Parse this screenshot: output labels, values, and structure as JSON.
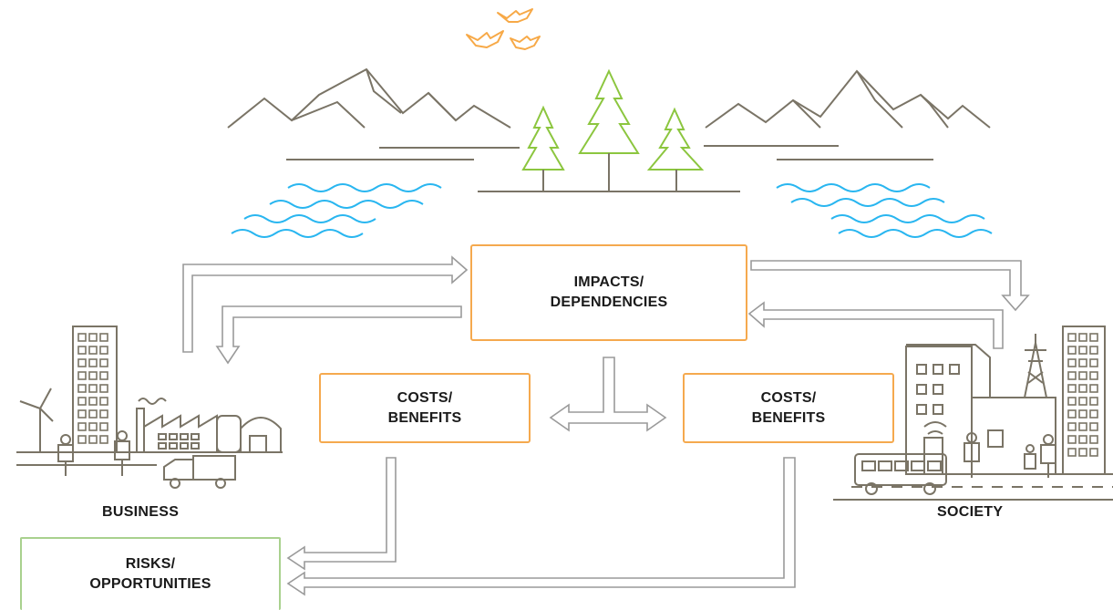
{
  "boxes": {
    "impacts": {
      "line1": "IMPACTS/",
      "line2": "DEPENDENCIES"
    },
    "costs_left": {
      "line1": "COSTS/",
      "line2": "BENEFITS"
    },
    "costs_right": {
      "line1": "COSTS/",
      "line2": "BENEFITS"
    },
    "risks": {
      "line1": "RISKS/",
      "line2": "OPPORTUNITIES"
    }
  },
  "labels": {
    "business": "BUSINESS",
    "society": "SOCIETY"
  },
  "colors": {
    "orange": "#f5a94e",
    "green": "#a9d18e",
    "tree_green": "#8cc63f",
    "water_blue": "#29b6f0",
    "bird_orange": "#f7a947",
    "line_dark": "#7a7466",
    "arrow_gray": "#9a9a9a"
  }
}
